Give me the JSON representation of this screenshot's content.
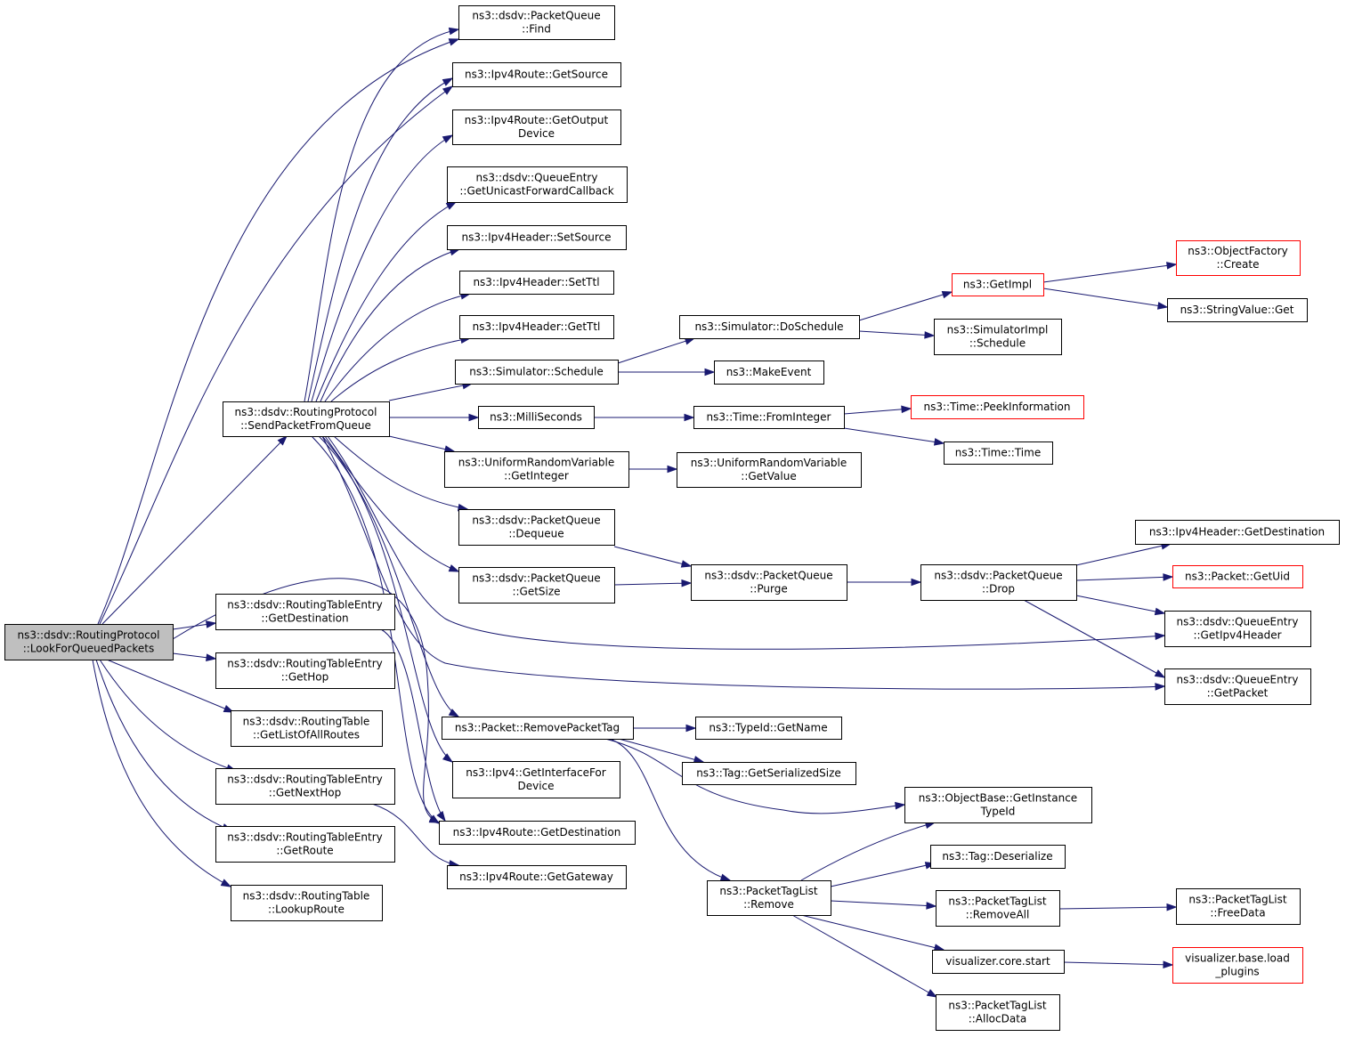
{
  "diagram": {
    "colors": {
      "edge": "#191970",
      "node_border": "#000000",
      "node_border_truncated": "#ff0000",
      "root_fill": "#bfbfbf",
      "node_fill": "#ffffff"
    },
    "nodes": [
      {
        "id": "root",
        "lines": [
          "ns3::dsdv::RoutingProtocol",
          "::LookForQueuedPackets"
        ],
        "variant": "root"
      },
      {
        "id": "sendPacketFromQueue",
        "lines": [
          "ns3::dsdv::RoutingProtocol",
          "::SendPacketFromQueue"
        ]
      },
      {
        "id": "pq_find",
        "lines": [
          "ns3::dsdv::PacketQueue",
          "::Find"
        ]
      },
      {
        "id": "ipv4route_getsource",
        "lines": [
          "ns3::Ipv4Route::GetSource"
        ]
      },
      {
        "id": "ipv4route_getoutputdevice",
        "lines": [
          "ns3::Ipv4Route::GetOutput",
          "Device"
        ]
      },
      {
        "id": "qe_getunicastforwardcallback",
        "lines": [
          "ns3::dsdv::QueueEntry",
          "::GetUnicastForwardCallback"
        ]
      },
      {
        "id": "ipv4header_setsource",
        "lines": [
          "ns3::Ipv4Header::SetSource"
        ]
      },
      {
        "id": "ipv4header_setttl",
        "lines": [
          "ns3::Ipv4Header::SetTtl"
        ]
      },
      {
        "id": "ipv4header_getttl",
        "lines": [
          "ns3::Ipv4Header::GetTtl"
        ]
      },
      {
        "id": "simulator_schedule",
        "lines": [
          "ns3::Simulator::Schedule"
        ]
      },
      {
        "id": "milliseconds",
        "lines": [
          "ns3::MilliSeconds"
        ]
      },
      {
        "id": "urv_getinteger",
        "lines": [
          "ns3::UniformRandomVariable",
          "::GetInteger"
        ]
      },
      {
        "id": "pq_dequeue",
        "lines": [
          "ns3::dsdv::PacketQueue",
          "::Dequeue"
        ]
      },
      {
        "id": "pq_getsize",
        "lines": [
          "ns3::dsdv::PacketQueue",
          "::GetSize"
        ]
      },
      {
        "id": "rte_getdestination",
        "lines": [
          "ns3::dsdv::RoutingTableEntry",
          "::GetDestination"
        ]
      },
      {
        "id": "rte_gethop",
        "lines": [
          "ns3::dsdv::RoutingTableEntry",
          "::GetHop"
        ]
      },
      {
        "id": "rt_getlistofallroutes",
        "lines": [
          "ns3::dsdv::RoutingTable",
          "::GetListOfAllRoutes"
        ]
      },
      {
        "id": "rte_getnexthop",
        "lines": [
          "ns3::dsdv::RoutingTableEntry",
          "::GetNextHop"
        ]
      },
      {
        "id": "rte_getroute",
        "lines": [
          "ns3::dsdv::RoutingTableEntry",
          "::GetRoute"
        ]
      },
      {
        "id": "rt_lookuproute",
        "lines": [
          "ns3::dsdv::RoutingTable",
          "::LookupRoute"
        ]
      },
      {
        "id": "packet_removepackettag",
        "lines": [
          "ns3::Packet::RemovePacketTag"
        ]
      },
      {
        "id": "ipv4_getinterfacefordevice",
        "lines": [
          "ns3::Ipv4::GetInterfaceFor",
          "Device"
        ]
      },
      {
        "id": "ipv4route_getdestination",
        "lines": [
          "ns3::Ipv4Route::GetDestination"
        ]
      },
      {
        "id": "ipv4route_getgateway",
        "lines": [
          "ns3::Ipv4Route::GetGateway"
        ]
      },
      {
        "id": "simulator_doschedule",
        "lines": [
          "ns3::Simulator::DoSchedule"
        ]
      },
      {
        "id": "makeevent",
        "lines": [
          "ns3::MakeEvent"
        ]
      },
      {
        "id": "time_frominteger",
        "lines": [
          "ns3::Time::FromInteger"
        ]
      },
      {
        "id": "urv_getvalue",
        "lines": [
          "ns3::UniformRandomVariable",
          "::GetValue"
        ]
      },
      {
        "id": "pq_purge",
        "lines": [
          "ns3::dsdv::PacketQueue",
          "::Purge"
        ]
      },
      {
        "id": "typeid_getname",
        "lines": [
          "ns3::TypeId::GetName"
        ]
      },
      {
        "id": "tag_getserializedsize",
        "lines": [
          "ns3::Tag::GetSerializedSize"
        ]
      },
      {
        "id": "packettaglist_remove",
        "lines": [
          "ns3::PacketTagList",
          "::Remove"
        ]
      },
      {
        "id": "getimpl",
        "lines": [
          "ns3::GetImpl"
        ],
        "variant": "truncated"
      },
      {
        "id": "simulatorimpl_schedule",
        "lines": [
          "ns3::SimulatorImpl",
          "::Schedule"
        ]
      },
      {
        "id": "time_peekinformation",
        "lines": [
          "ns3::Time::PeekInformation"
        ],
        "variant": "truncated"
      },
      {
        "id": "time_time",
        "lines": [
          "ns3::Time::Time"
        ]
      },
      {
        "id": "pq_drop",
        "lines": [
          "ns3::dsdv::PacketQueue",
          "::Drop"
        ]
      },
      {
        "id": "objectbase_getinstancetypeid",
        "lines": [
          "ns3::ObjectBase::GetInstance",
          "TypeId"
        ]
      },
      {
        "id": "tag_deserialize",
        "lines": [
          "ns3::Tag::Deserialize"
        ]
      },
      {
        "id": "packettaglist_removeall",
        "lines": [
          "ns3::PacketTagList",
          "::RemoveAll"
        ]
      },
      {
        "id": "visualizer_core_start",
        "lines": [
          "visualizer.core.start"
        ]
      },
      {
        "id": "packettaglist_allocdata",
        "lines": [
          "ns3::PacketTagList",
          "::AllocData"
        ]
      },
      {
        "id": "objectfactory_create",
        "lines": [
          "ns3::ObjectFactory",
          "::Create"
        ],
        "variant": "truncated"
      },
      {
        "id": "stringvalue_get",
        "lines": [
          "ns3::StringValue::Get"
        ]
      },
      {
        "id": "ipv4header_getdestination",
        "lines": [
          "ns3::Ipv4Header::GetDestination"
        ]
      },
      {
        "id": "packet_getuid",
        "lines": [
          "ns3::Packet::GetUid"
        ],
        "variant": "truncated"
      },
      {
        "id": "qe_getipv4header",
        "lines": [
          "ns3::dsdv::QueueEntry",
          "::GetIpv4Header"
        ]
      },
      {
        "id": "qe_getpacket",
        "lines": [
          "ns3::dsdv::QueueEntry",
          "::GetPacket"
        ]
      },
      {
        "id": "packettaglist_freedata",
        "lines": [
          "ns3::PacketTagList",
          "::FreeData"
        ]
      },
      {
        "id": "visualizer_base_load_plugins",
        "lines": [
          "visualizer.base.load",
          "_plugins"
        ],
        "variant": "truncated"
      }
    ],
    "edges": [
      {
        "from": "root",
        "to": "pq_find"
      },
      {
        "from": "root",
        "to": "ipv4route_getsource"
      },
      {
        "from": "root",
        "to": "sendPacketFromQueue"
      },
      {
        "from": "root",
        "to": "rte_getdestination"
      },
      {
        "from": "root",
        "to": "ipv4route_getdestination"
      },
      {
        "from": "root",
        "to": "rte_gethop"
      },
      {
        "from": "root",
        "to": "rt_getlistofallroutes"
      },
      {
        "from": "root",
        "to": "rte_getnexthop"
      },
      {
        "from": "root",
        "to": "rte_getroute"
      },
      {
        "from": "root",
        "to": "rt_lookuproute"
      },
      {
        "from": "sendPacketFromQueue",
        "to": "pq_find"
      },
      {
        "from": "sendPacketFromQueue",
        "to": "ipv4route_getsource"
      },
      {
        "from": "sendPacketFromQueue",
        "to": "ipv4route_getoutputdevice"
      },
      {
        "from": "sendPacketFromQueue",
        "to": "qe_getunicastforwardcallback"
      },
      {
        "from": "sendPacketFromQueue",
        "to": "ipv4header_setsource"
      },
      {
        "from": "sendPacketFromQueue",
        "to": "ipv4header_setttl"
      },
      {
        "from": "sendPacketFromQueue",
        "to": "ipv4header_getttl"
      },
      {
        "from": "sendPacketFromQueue",
        "to": "simulator_schedule"
      },
      {
        "from": "sendPacketFromQueue",
        "to": "milliseconds"
      },
      {
        "from": "sendPacketFromQueue",
        "to": "urv_getinteger"
      },
      {
        "from": "sendPacketFromQueue",
        "to": "pq_dequeue"
      },
      {
        "from": "sendPacketFromQueue",
        "to": "pq_getsize"
      },
      {
        "from": "sendPacketFromQueue",
        "to": "packet_removepackettag"
      },
      {
        "from": "sendPacketFromQueue",
        "to": "ipv4_getinterfacefordevice"
      },
      {
        "from": "sendPacketFromQueue",
        "to": "ipv4route_getdestination"
      },
      {
        "from": "sendPacketFromQueue",
        "to": "qe_getipv4header"
      },
      {
        "from": "sendPacketFromQueue",
        "to": "qe_getpacket"
      },
      {
        "from": "rte_getdestination",
        "to": "ipv4route_getdestination"
      },
      {
        "from": "rte_getnexthop",
        "to": "ipv4route_getgateway"
      },
      {
        "from": "simulator_schedule",
        "to": "simulator_doschedule"
      },
      {
        "from": "simulator_schedule",
        "to": "makeevent"
      },
      {
        "from": "simulator_doschedule",
        "to": "getimpl"
      },
      {
        "from": "simulator_doschedule",
        "to": "simulatorimpl_schedule"
      },
      {
        "from": "getimpl",
        "to": "objectfactory_create"
      },
      {
        "from": "getimpl",
        "to": "stringvalue_get"
      },
      {
        "from": "milliseconds",
        "to": "time_frominteger"
      },
      {
        "from": "time_frominteger",
        "to": "time_peekinformation"
      },
      {
        "from": "time_frominteger",
        "to": "time_time"
      },
      {
        "from": "urv_getinteger",
        "to": "urv_getvalue"
      },
      {
        "from": "pq_dequeue",
        "to": "pq_purge"
      },
      {
        "from": "pq_getsize",
        "to": "pq_purge"
      },
      {
        "from": "pq_purge",
        "to": "pq_drop"
      },
      {
        "from": "pq_drop",
        "to": "ipv4header_getdestination"
      },
      {
        "from": "pq_drop",
        "to": "packet_getuid"
      },
      {
        "from": "pq_drop",
        "to": "qe_getipv4header"
      },
      {
        "from": "pq_drop",
        "to": "qe_getpacket"
      },
      {
        "from": "packet_removepackettag",
        "to": "typeid_getname"
      },
      {
        "from": "packet_removepackettag",
        "to": "tag_getserializedsize"
      },
      {
        "from": "packet_removepackettag",
        "to": "objectbase_getinstancetypeid"
      },
      {
        "from": "packet_removepackettag",
        "to": "packettaglist_remove"
      },
      {
        "from": "packettaglist_remove",
        "to": "objectbase_getinstancetypeid"
      },
      {
        "from": "packettaglist_remove",
        "to": "tag_deserialize"
      },
      {
        "from": "packettaglist_remove",
        "to": "packettaglist_removeall"
      },
      {
        "from": "packettaglist_remove",
        "to": "visualizer_core_start"
      },
      {
        "from": "packettaglist_remove",
        "to": "packettaglist_allocdata"
      },
      {
        "from": "packettaglist_removeall",
        "to": "packettaglist_freedata"
      },
      {
        "from": "visualizer_core_start",
        "to": "visualizer_base_load_plugins"
      }
    ]
  }
}
